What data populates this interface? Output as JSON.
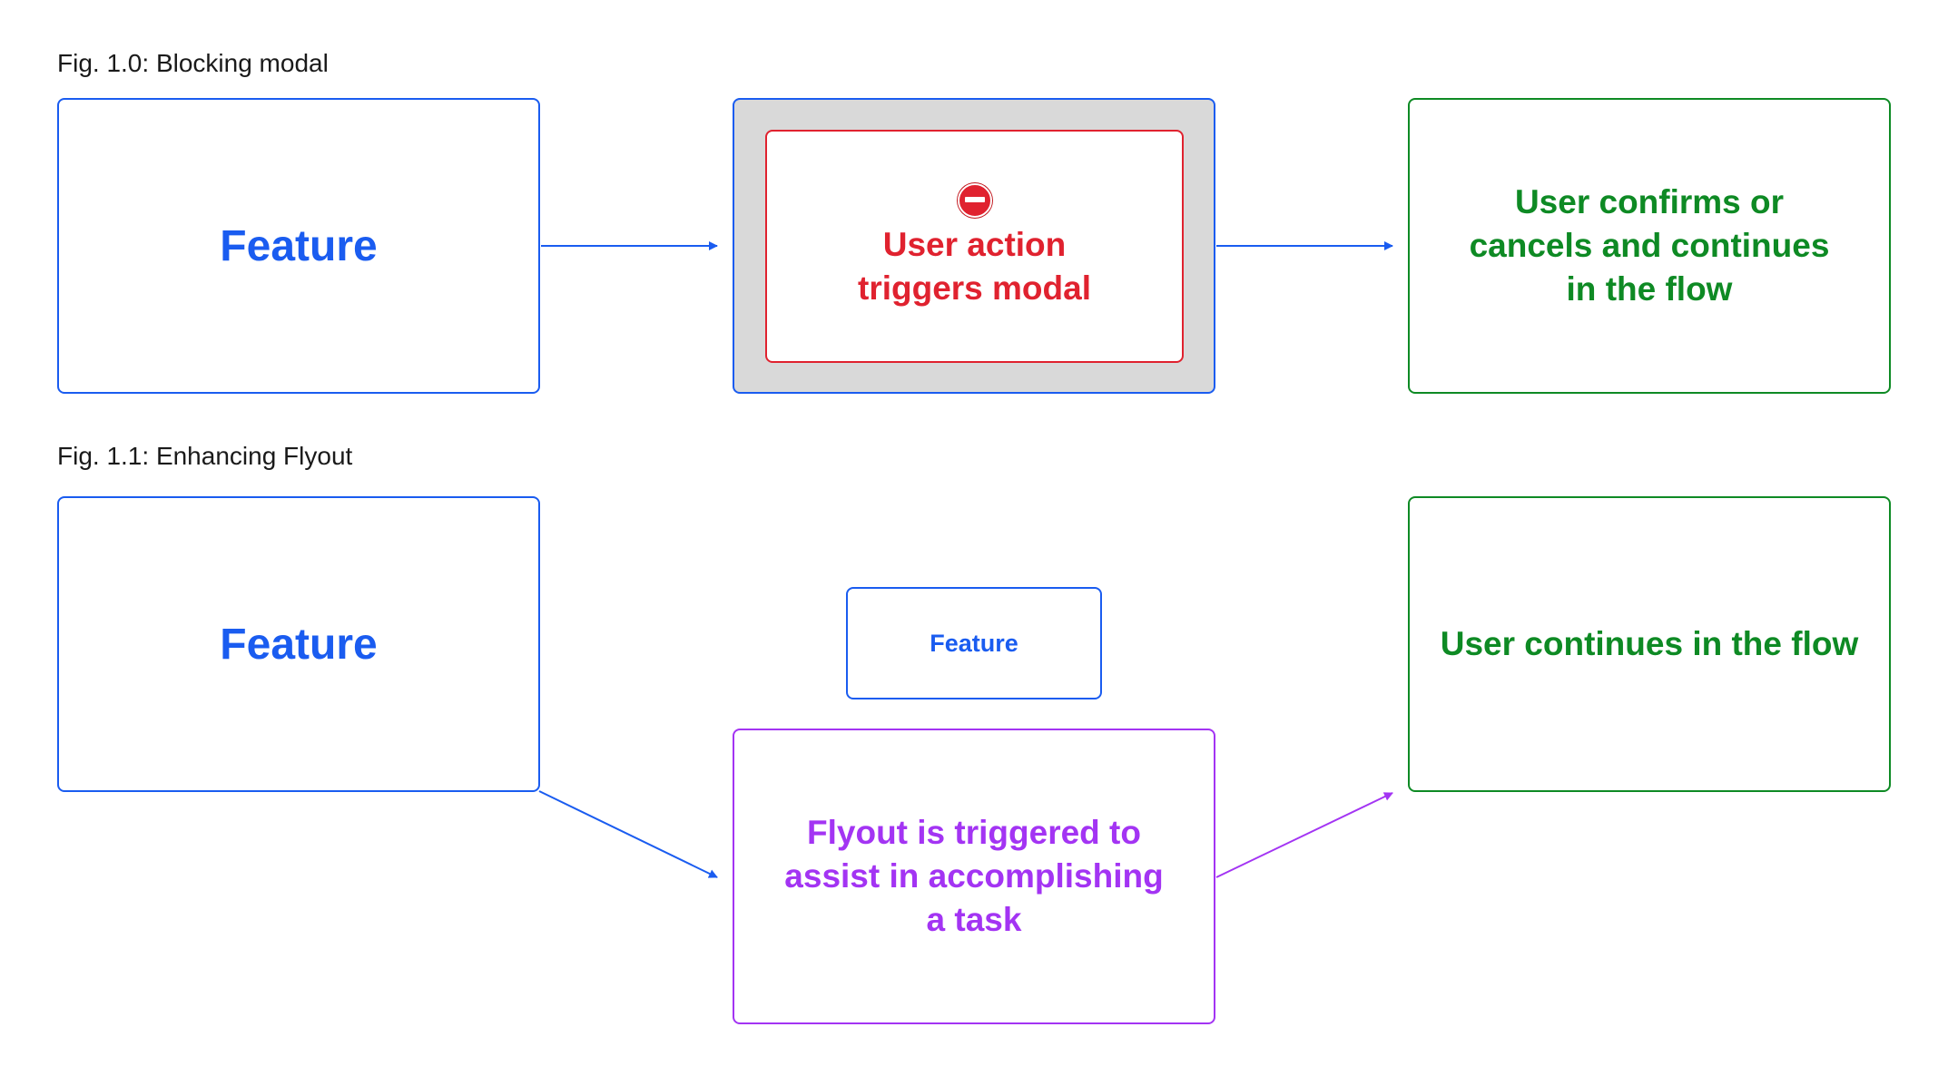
{
  "figures": [
    {
      "caption": "Fig. 1.0: Blocking modal",
      "feature_label": "Feature",
      "modal": {
        "icon": "no-entry-icon",
        "text_line1": "User action",
        "text_line2": "triggers modal"
      },
      "result": {
        "line1": "User confirms or",
        "line2": "cancels and continues",
        "line3": "in the flow"
      }
    },
    {
      "caption": "Fig. 1.1: Enhancing Flyout",
      "feature_label": "Feature",
      "small_feature_label": "Feature",
      "flyout": {
        "line1": "Flyout is triggered to",
        "line2": "assist in accomplishing",
        "line3": "a task"
      },
      "result": {
        "line1": "User continues in the flow"
      }
    }
  ],
  "colors": {
    "feature_blue": "#1a5cf0",
    "result_green": "#0e8a24",
    "flyout_purple": "#a334f3",
    "modal_red": "#e0222f",
    "overlay_gray": "#d9d9d9"
  }
}
